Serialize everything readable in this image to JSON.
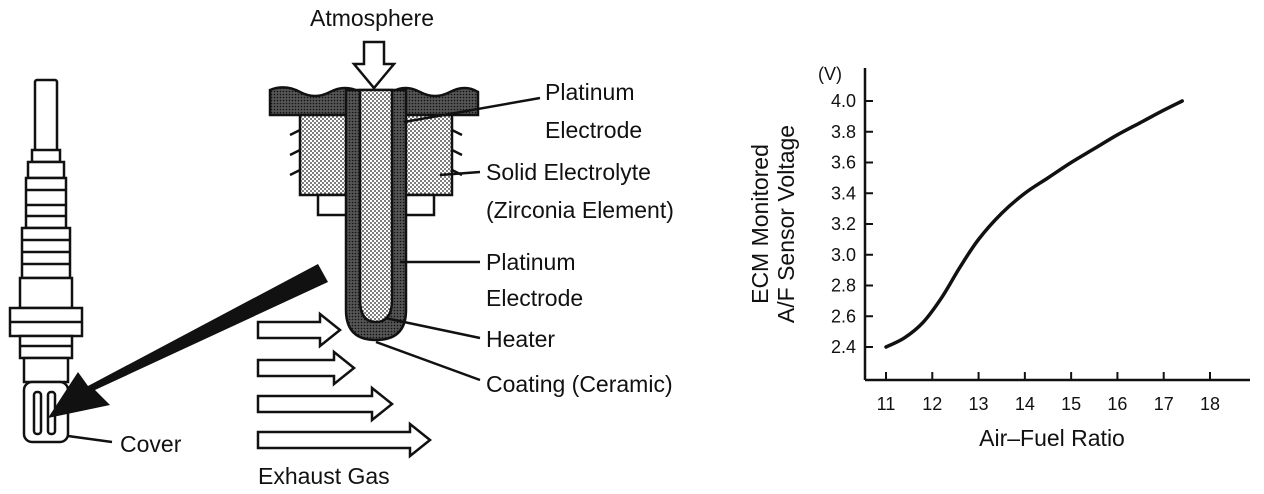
{
  "diagram": {
    "labels": {
      "atmosphere": "Atmosphere",
      "platinum_top_1": "Platinum",
      "platinum_top_2": "Electrode",
      "solid_1": "Solid Electrolyte",
      "solid_2": "(Zirconia Element)",
      "platinum_bot_1": "Platinum",
      "platinum_bot_2": "Electrode",
      "heater": "Heater",
      "coating": "Coating (Ceramic)",
      "cover": "Cover",
      "exhaust": "Exhaust Gas"
    }
  },
  "chart_data": {
    "type": "line",
    "unit_label": "(V)",
    "ylabel_line1": "ECM Monitored",
    "ylabel_line2": "A/F Sensor Voltage",
    "xlabel": "Air–Fuel Ratio",
    "xlim": [
      11,
      18
    ],
    "ylim": [
      2.4,
      4.0
    ],
    "xticks": [
      "11",
      "12",
      "13",
      "14",
      "15",
      "16",
      "17",
      "18"
    ],
    "yticks": [
      "2.4",
      "2.6",
      "2.8",
      "3.0",
      "3.2",
      "3.4",
      "3.6",
      "3.8",
      "4.0"
    ],
    "series": [
      {
        "x": [
          11.0,
          11.4,
          11.8,
          12.2,
          12.6,
          13.0,
          13.5,
          14.0,
          14.5,
          15.0,
          15.5,
          16.0,
          16.5,
          17.0,
          17.4
        ],
        "y": [
          2.4,
          2.46,
          2.56,
          2.72,
          2.92,
          3.1,
          3.27,
          3.4,
          3.5,
          3.6,
          3.69,
          3.78,
          3.86,
          3.94,
          4.0
        ]
      }
    ]
  }
}
